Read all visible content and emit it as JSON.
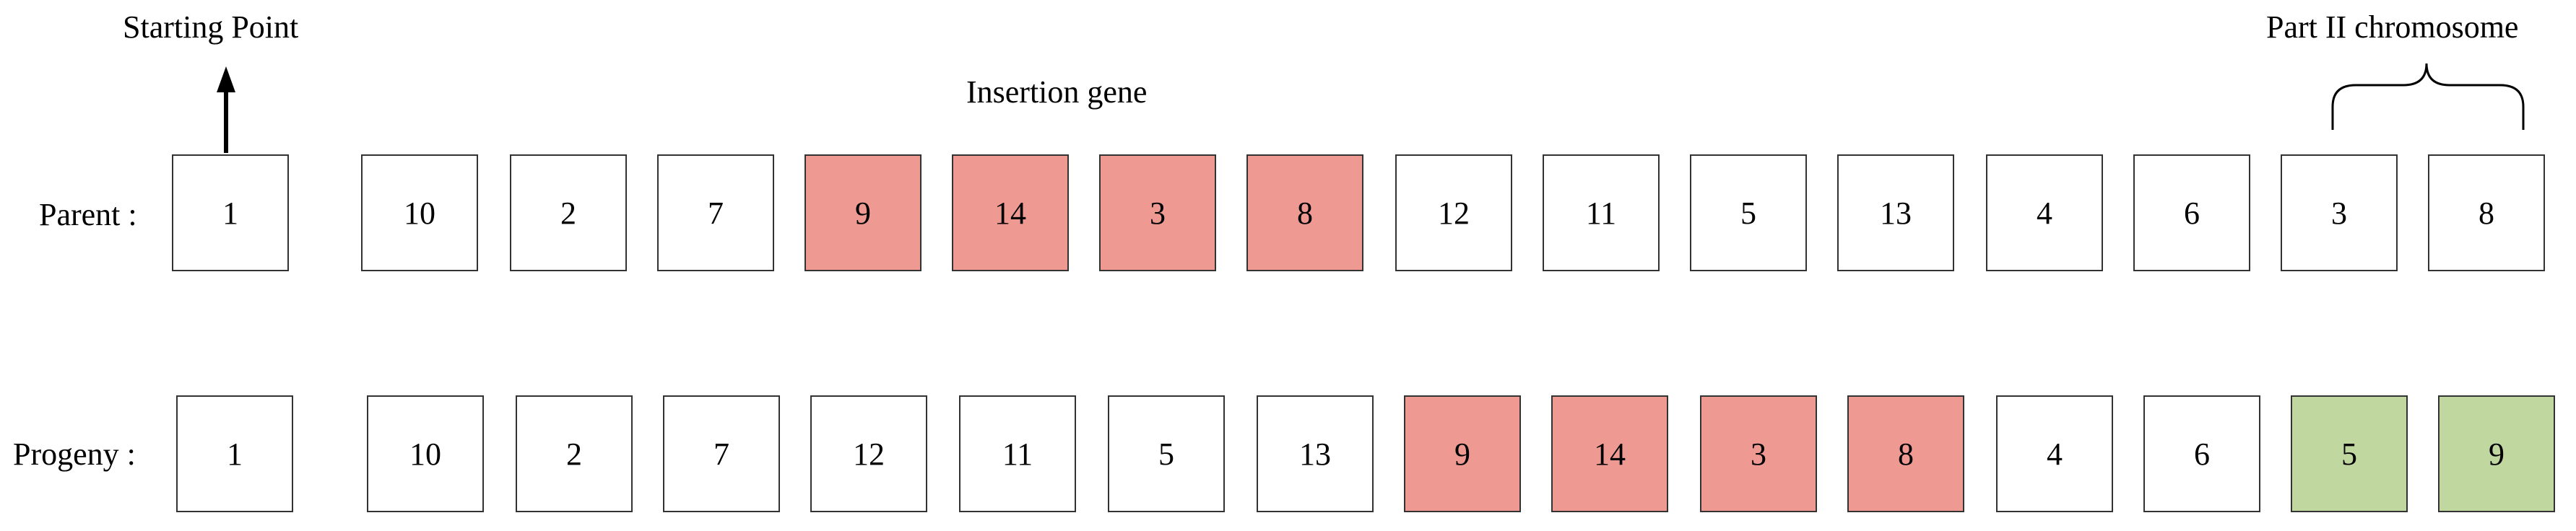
{
  "labels": {
    "starting_point": "Starting Point",
    "insertion_gene": "Insertion gene",
    "part2": "Part II chromosome",
    "parent": "Parent :",
    "progeny": "Progeny :"
  },
  "colors": {
    "insertion": "#ee9992",
    "part2_progeny": "#c0d89f",
    "plain": "#ffffff"
  },
  "parent": [
    {
      "v": "1",
      "c": "plain"
    },
    {
      "v": "10",
      "c": "plain"
    },
    {
      "v": "2",
      "c": "plain"
    },
    {
      "v": "7",
      "c": "plain"
    },
    {
      "v": "9",
      "c": "red"
    },
    {
      "v": "14",
      "c": "red"
    },
    {
      "v": "3",
      "c": "red"
    },
    {
      "v": "8",
      "c": "red"
    },
    {
      "v": "12",
      "c": "plain"
    },
    {
      "v": "11",
      "c": "plain"
    },
    {
      "v": "5",
      "c": "plain"
    },
    {
      "v": "13",
      "c": "plain"
    },
    {
      "v": "4",
      "c": "plain"
    },
    {
      "v": "6",
      "c": "plain"
    },
    {
      "v": "3",
      "c": "plain"
    },
    {
      "v": "8",
      "c": "plain"
    }
  ],
  "progeny": [
    {
      "v": "1",
      "c": "plain"
    },
    {
      "v": "10",
      "c": "plain"
    },
    {
      "v": "2",
      "c": "plain"
    },
    {
      "v": "7",
      "c": "plain"
    },
    {
      "v": "12",
      "c": "plain"
    },
    {
      "v": "11",
      "c": "plain"
    },
    {
      "v": "5",
      "c": "plain"
    },
    {
      "v": "13",
      "c": "plain"
    },
    {
      "v": "9",
      "c": "red"
    },
    {
      "v": "14",
      "c": "red"
    },
    {
      "v": "3",
      "c": "red"
    },
    {
      "v": "8",
      "c": "red"
    },
    {
      "v": "4",
      "c": "plain"
    },
    {
      "v": "6",
      "c": "plain"
    },
    {
      "v": "5",
      "c": "green"
    },
    {
      "v": "9",
      "c": "green"
    }
  ]
}
